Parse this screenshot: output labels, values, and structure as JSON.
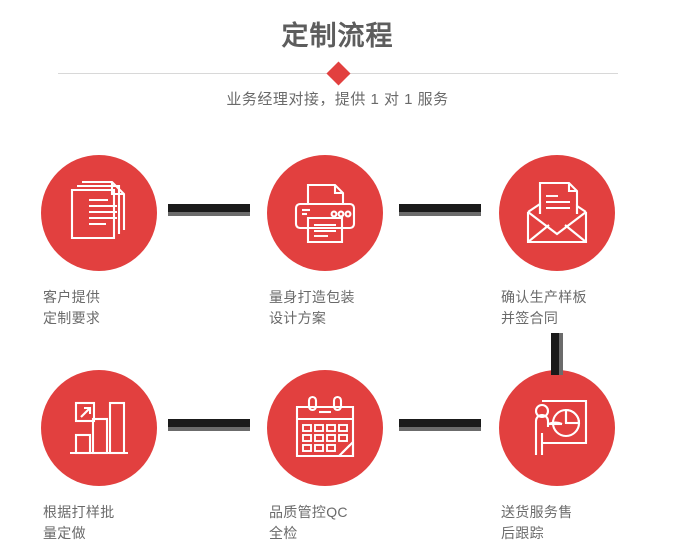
{
  "header": {
    "title": "定制流程",
    "subtitle": "业务经理对接，提供 1 对 1 服务",
    "divider_icon": "diamond-marker",
    "title_color": "#5d5d5d",
    "accent_color": "#e2403f"
  },
  "theme": {
    "accent": "#e2403f",
    "text": "#6a6a6a",
    "connector_dark": "#1a1a1a",
    "connector_shadow": "#6b6b6b",
    "divider": "#d8d8d8",
    "background": "#ffffff"
  },
  "flow": {
    "steps": [
      {
        "index": "1",
        "icon": "documents-stack-icon",
        "label": "客户提供\n定制要求"
      },
      {
        "index": "2",
        "icon": "printer-icon",
        "label": "量身打造包装\n设计方案"
      },
      {
        "index": "3",
        "icon": "envelope-document-icon",
        "label": "确认生产样板\n并签合同"
      },
      {
        "index": "4",
        "icon": "bar-chart-growth-icon",
        "label": "根据打样批\n量定做"
      },
      {
        "index": "5",
        "icon": "calendar-check-icon",
        "label": "品质管控QC\n全检"
      },
      {
        "index": "6",
        "icon": "presentation-pie-chart-icon",
        "label": "送货服务售\n后跟踪"
      }
    ],
    "connectors": [
      {
        "name": "connector-step1-step2",
        "orientation": "horizontal"
      },
      {
        "name": "connector-step2-step3",
        "orientation": "horizontal"
      },
      {
        "name": "connector-step4-step5",
        "orientation": "horizontal"
      },
      {
        "name": "connector-step5-step6",
        "orientation": "horizontal"
      },
      {
        "name": "connector-step3-step6",
        "orientation": "vertical"
      }
    ]
  }
}
